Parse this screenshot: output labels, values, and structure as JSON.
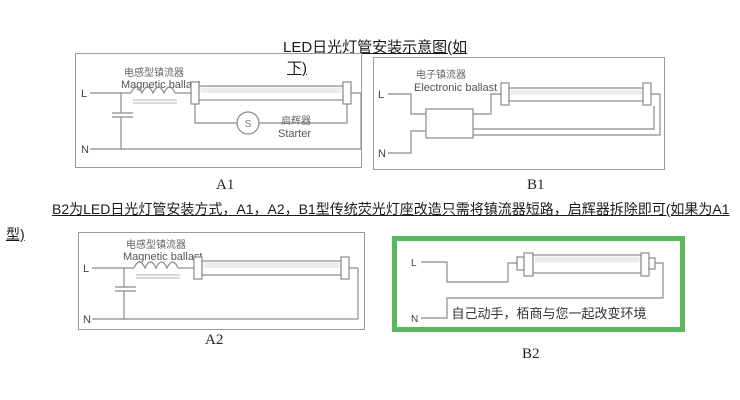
{
  "page": {
    "title_line1": "LED日光灯管安装示意图(如",
    "title_line2": "下)",
    "note_line1": "B2为LED日光灯管安装方式，A1，A2，B1型传统荧光灯座改造只需将镇流器短路，启辉器拆除即可(如果为A1",
    "note_line2": "型)"
  },
  "colors": {
    "highlight_green": "#5cb85c",
    "wire_gray": "#8a8a8a"
  },
  "diagrams": {
    "a1": {
      "label": "A1",
      "ballast_cn": "电感型镇流器",
      "ballast_en": "Magnetic ballast",
      "live": "L",
      "neutral": "N",
      "starter_symbol": "S",
      "starter_cn": "启辉器",
      "starter_en": "Starter"
    },
    "b1": {
      "label": "B1",
      "ballast_cn": "电子镇流器",
      "ballast_en": "Electronic ballast",
      "live": "L",
      "neutral": "N"
    },
    "a2": {
      "label": "A2",
      "ballast_cn": "电感型镇流器",
      "ballast_en": "Magnetic ballast",
      "live": "L",
      "neutral": "N"
    },
    "b2": {
      "label": "B2",
      "live": "L",
      "neutral": "N",
      "slogan": "自己动手，栢商与您一起改变环境"
    }
  }
}
